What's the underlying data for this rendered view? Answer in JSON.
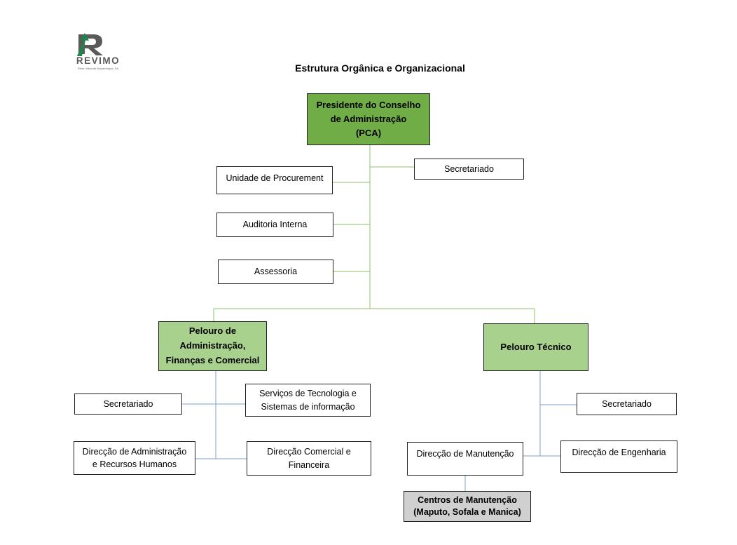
{
  "logo": {
    "wordmark": "REVIMO",
    "tagline": "Rede Viária de Moçambique, SA",
    "colors": {
      "green": "#1e8449",
      "grey": "#5a5a5a"
    }
  },
  "title": "Estrutura Orgânica e Organizacional",
  "boxes": {
    "pca": "Presidente do Conselho\nde Administração\n(PCA)",
    "secretariado_pca": "Secretariado",
    "unidade_procurement": "Unidade de Procurement",
    "auditoria_interna": "Auditoria Interna",
    "assessoria": "Assessoria",
    "pelouro_admin": "Pelouro de\nAdministração,\nFinanças e Comercial",
    "pelouro_tecnico": "Pelouro Técnico",
    "secretariado_admin": "Secretariado",
    "servicos_tecnologia": "Serviços de Tecnologia e\nSistemas de informação",
    "direccao_admin_rh": "Direcção de Administração\ne Recursos Humanos",
    "direccao_comercial": "Direcção Comercial e\nFinanceira",
    "secretariado_tecnico": "Secretariado",
    "direccao_manutencao": "Direcção de Manutenção",
    "direccao_engenharia": "Direcção de Engenharia",
    "centros_manutencao": "Centros de Manutenção\n(Maputo, Sofala e Manica)"
  },
  "colors": {
    "pca_fill": "#70ad47",
    "pelouro_fill": "#a9d18e",
    "centros_fill": "#d0d0d0",
    "connector_green": "#70ad47",
    "connector_blue": "#4472c4"
  }
}
